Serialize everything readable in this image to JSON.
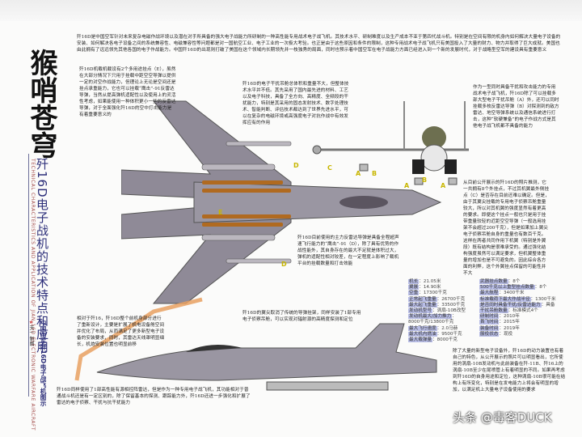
{
  "header": {
    "calligraphy_title": "猴哨苍穹",
    "main_title": "歼16D电子战机的技术特点和应用",
    "subtitle_en": "TECHNICAL CHARACTERISTICS AND APPLICATION OF JIAN-16D ELECTRONIC WARFARE AIRCRAFT",
    "caption": "中国空军歼16D电子战飞机图示",
    "author": "天一 制图"
  },
  "intro_text": "歼16D是中国空军针对未来复杂电磁作战环境以及潜在对手所具备的强大电子战能力所研制的一种高性能专用战术电子战飞机。其技术水平、研制难度以及生产成本不亚于第四代战斗机。特别是在空间有限的机身内如何解决大量电子设备的安装、如何解决各电子设备之间的系统兼容性、电磁兼容性等问题都是对一国航空工业、电子工业的一次极大考验。也正是由于这些原因和条件的限制，这种专用战术电子战飞机只有美国投入了大量的财力、物力并取得了巨大成就。美国也由此拥有了远远领先其他各国的电子作战能力。中国歼16D的出现则打破了美国在这个领域内长期领先并一枝独秀的局面，同时也预示着中国空军在电子战能力方面已经进入到一个新的发展时代，对于战略型空军的建设具有重要意义",
  "annotations": {
    "left_wing": "歼16D机载机载设有2个多用途挂点（E），虽然在大部分情况下只用于挂载中距空空导弹以提供一定的对空作战能力，但理论上无论是空间还是挂点承重能力，它也可以挂载“鹰击”-91反雷达导弹，当然从提高弹机适配性以及使用上的灵活性考虑，如果能使用一种体积更小一些的反雷达导弹，对于全面强化歼16D的空中打击能力是有着重要意义的",
    "center_top": "歼16D的电子干扰吊舱总体积和重量不大，但整体技术水平并不低。其先采用了国内最先进的材料、工艺以及电子科技，具备了全方向、高精度、全频段的干扰能力，特别是其采用的固态发射技术、数字处理技术、智能判断、评估技术都达到了世界先进水平，可以在复杂的电磁环境或高强度电子对抗作战中有效发挥应有的作用",
    "right_top": "作为一型同时具备干扰和攻击能力的专用战术电子战飞机，歼16D除了可以挂载多部大型电子干扰吊舱（A）外，还可以同时挂载多枚反雷达导弹（B）对探测到的敌方雷达、地空导弹系统以及通信系统进行打击，这种“软硬兼备”的电子作战方式是其他电子战飞机都不具备的能力",
    "right_middle": "从目前公开展示的歼16D的照片推测，它一共拥有8个外挂点，不过其机翼最外侧挂点（C）是否存在目前还难以确定。但是，由于其翼尖挂载的专用电子侦察吊舱重量较大，所以对其机翼的强度显然有着更高的要求。即便这个挂点一般也只是用于挂带重量较轻的近距空空导弹（一般选用挂架不会超过200千克），但是如果加上翼尖电子侦察吊舱自身的重量也有数百千克。这样在两者共同作用下机翼（特别是外翼段）既有结构是很难承受的。通过强化结构强度虽然可以满足要求，但机翼整体重量的增加也是不可避免的。因此综合各方面的利弊，这个外翼挂点保留的可能性并不大",
    "center_missile": "歼16D目前使用的主力反雷达导弹是具备全程超声速飞行能力的“鹰击”-91（D），除了具有优势的作战性能外，其自身存在的最大不足就是体积过大，弹机的适配性相对较差，在一定程度上影响了载机平台的挂载数量和打击效能",
    "center_bottom": "歼16D的翼尖取消了传统的导弹挂架，同样安装了1部专用电子侦察吊舱，可以实现对辐射源的高精度探测和定位",
    "left_bottom": "相对于歼16，歼16D整个前机身部分进行了重新设计，主要是扩展了机电设备舱空间并优化了布局，从而满足了更多新型电子设备的安装要求，同时，其雷达天线罩明显细长，机炮安装位置也明显前移",
    "bottom": "歼16D同样使用了1部高性能有源相控阵雷达，但是作为一种专用电子战飞机，其功能相对于普通战斗机还是有一定区别的，除了保留基本的探测、跟踪能力外，歼16D还进一步强化和扩展了雷达的电子侦察、干扰与抗干扰能力",
    "right_bottom": "除了大量的新型电子设备外，歼16D的动力装置也有着自己的特色，从公开展示的照片可以明显看出，它所使用的涡扇-10B发动机与此前装备在歼-11B、歼16上的涡扇-10B至少在尾喷管上有着明显的不同。如果再考虑到歼16D的自身用途和定位，这种涡扇-10B很可能在结构上有所变化，特别是在发电能力上将会有明显的增加，以满足机上大量电子设备使用的要求"
  },
  "pylon_labels": {
    "front_view": [
      "C",
      "A",
      "B",
      "B",
      "A",
      "A"
    ],
    "top_view": [
      "E",
      "D",
      "D",
      "D"
    ],
    "letters": {
      "A": "电子干扰吊舱",
      "B": "反雷达导弹",
      "C": "外侧挂点",
      "D": "鹰击-91",
      "E": "多用途挂点"
    }
  },
  "specs": {
    "left": [
      {
        "k": "机长",
        "v": "21.05米"
      },
      {
        "k": "翼展",
        "v": "14.90米"
      },
      {
        "k": "空重",
        "v": "17300千克"
      },
      {
        "k": "正常起飞重量",
        "v": "26700千克"
      },
      {
        "k": "最大起飞重量",
        "v": "33500千克"
      },
      {
        "k": "发动机型号",
        "v": "涡扇-10B改型"
      },
      {
        "k": "发动机最大/加力推力",
        "v": ""
      },
      {
        "k": "",
        "v": "8000千克/13800千克"
      },
      {
        "k": "最大飞行速度",
        "v": "2.0马赫"
      },
      {
        "k": "最大机内燃油",
        "v": "9500千克"
      },
      {
        "k": "最大载弹量",
        "v": "8000千克"
      }
    ],
    "right": [
      {
        "k": "武器挂点数量",
        "v": "8个"
      },
      {
        "k": "500千克以上重型挂点数量",
        "v": "8个"
      },
      {
        "k": "最大航程",
        "v": "3400千米"
      },
      {
        "k": "标准载荷下最大作战半径",
        "v": "1300千米"
      },
      {
        "k": "是否同时具备干扰/反雷达能力",
        "v": "具备"
      },
      {
        "k": "干扰吊舱数量",
        "v": "标准模式4个"
      },
      {
        "k": "研制时间",
        "v": "2010年"
      },
      {
        "k": "首飞时间",
        "v": "2015年"
      },
      {
        "k": "装备时间",
        "v": "2019年"
      },
      {
        "k": "服役状态",
        "v": "现役"
      }
    ]
  },
  "watermark": "头条 @毒客DUCK",
  "colors": {
    "title_blue": "#2d2f7a",
    "accent_red": "#a24a48",
    "label_yellow": "#c8b600",
    "orange_line": "#e8a060",
    "spec_highlight": "#b8bde6"
  }
}
